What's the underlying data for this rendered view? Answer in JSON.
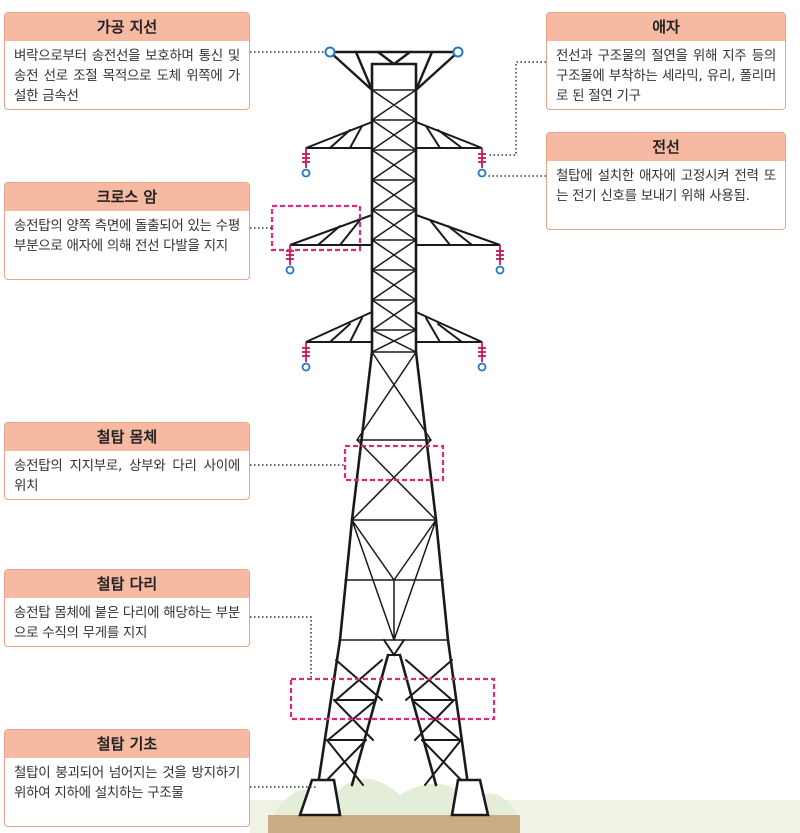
{
  "labels": {
    "ground_wire": {
      "title": "가공 지선",
      "body": "벼락으로부터 송전선을 보호하며 통신 및 송전 선로 조절 목적으로 도체 위쪽에 가설한 금속선"
    },
    "insulator": {
      "title": "애자",
      "body": "전선과 구조물의 절연을 위해 지주 등의구조물에 부착하는 세라믹, 유리, 폴리머로 된 절연 기구"
    },
    "conductor": {
      "title": "전선",
      "body": "철탑에 설치한 애자에 고정시켜 전력 또는 전기 신호를 보내기 위해 사용됨."
    },
    "cross_arm": {
      "title": "크로스 암",
      "body": "송전탑의 양쪽 측면에 돌출되어 있는 수평 부분으로 애자에 의해 전선 다발을 지지"
    },
    "tower_body": {
      "title": "철탑 몸체",
      "body": "송전탑의 지지부로, 상부와 다리 사이에 위치"
    },
    "tower_leg": {
      "title": "철탑 다리",
      "body": "송전탑 몸체에 붙은 다리에 해당하는 부분으로 수직의 무게를 지지"
    },
    "foundation": {
      "title": "철탑 기초",
      "body": "철탑이 붕괴되어 넘어지는 것을 방지하기 위하여 지하에 설치하는 구조물"
    }
  },
  "colors": {
    "card_header": "#f6b9a2",
    "card_border": "#e8a48c",
    "highlight": "#e0267d",
    "insulator": "#c2185b",
    "conductor_ring": "#1e7bc4",
    "steel": "#1a1a1a",
    "ground": "#c9ac84"
  }
}
